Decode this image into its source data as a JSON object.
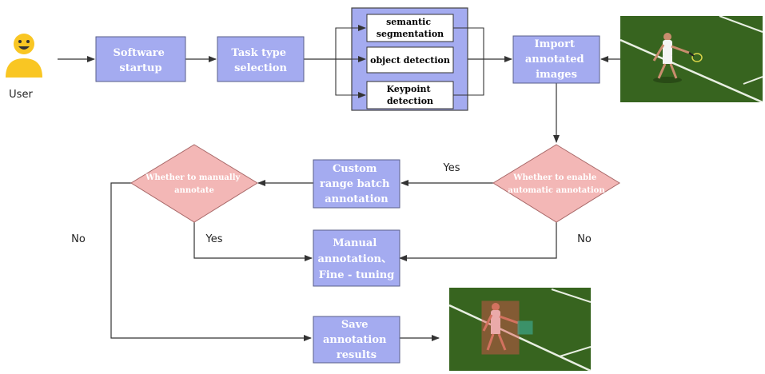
{
  "user": {
    "label": "User",
    "icon": "smiley-user-icon"
  },
  "nodes": {
    "software_startup": [
      "Software",
      "startup"
    ],
    "task_type_selection": [
      "Task type",
      "selection"
    ],
    "semantic_segmentation": [
      "semantic",
      "segmentation"
    ],
    "object_detection": [
      "object detection"
    ],
    "keypoint_detection": [
      "Keypoint",
      "detection"
    ],
    "import_images": [
      "Import",
      "annotated",
      "images"
    ],
    "enable_auto": [
      "Whether to enable",
      "automatic annotation"
    ],
    "custom_batch": [
      "Custom",
      "range batch",
      "annotation"
    ],
    "manual_decision": [
      "Whether to manually",
      "annotate"
    ],
    "manual_annotation": [
      "Manual",
      "annotation、",
      "Fine - tuning"
    ],
    "save_results": [
      "Save",
      "annotation",
      "results"
    ]
  },
  "edge_labels": {
    "auto_yes": "Yes",
    "auto_no": "No",
    "manual_yes": "Yes",
    "manual_no": "No"
  },
  "images": {
    "input_photo": "tennis-player-photo",
    "output_photo": "annotated-tennis-player-photo"
  },
  "colors": {
    "box_fill": "#a4abf0",
    "box_stroke": "#5a5f8a",
    "diamond_fill": "#f3b7b6",
    "diamond_stroke": "#a86868",
    "group_fill": "#a4abf0",
    "grass": "#3d6b22",
    "user_yellow": "#f9c623",
    "bbox_red": "#e0524f",
    "bbox_teal": "#3fb7a6"
  }
}
